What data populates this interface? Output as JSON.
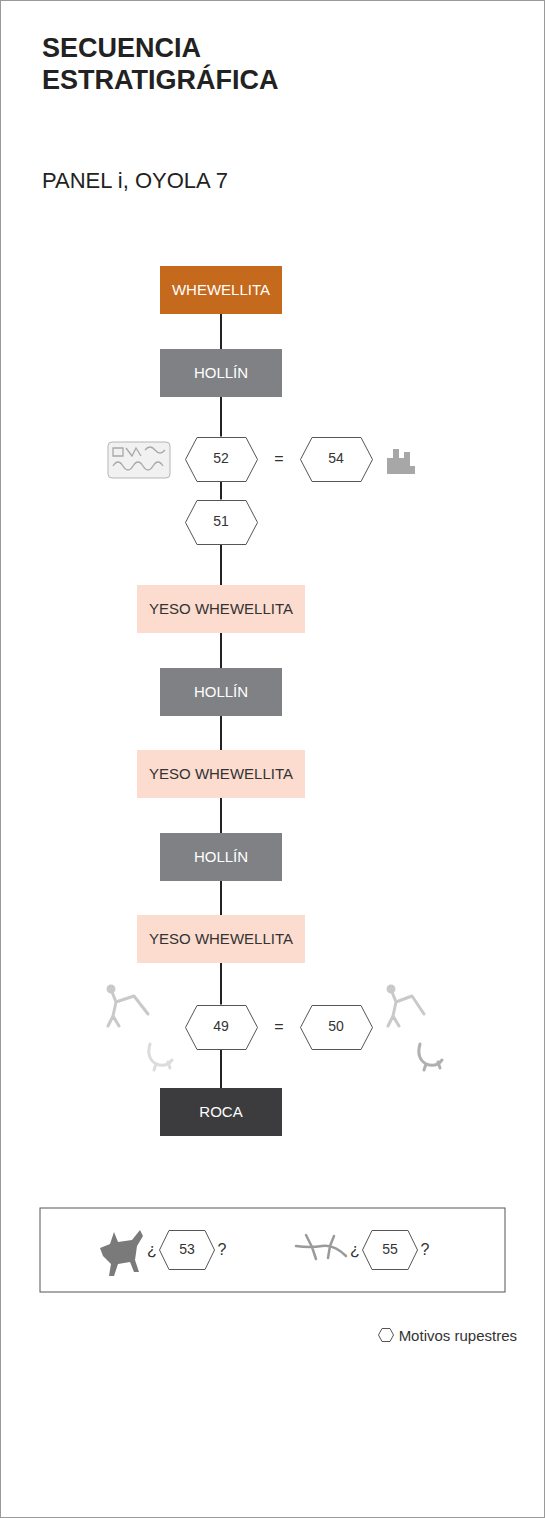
{
  "diagram": {
    "title": "SECUENCIA ESTRATIGRÁFICA",
    "nodes": [
      {
        "text": [
          "WHEWELLITA"
        ]
      },
      {
        "text": [
          "HOLLÍN"
        ]
      },
      {
        "text": [
          "52"
        ]
      },
      {
        "text": [
          "54"
        ]
      },
      {
        "text": [
          "51"
        ]
      },
      {
        "text": [
          "YESO WHEWELLITA"
        ]
      },
      {
        "text": [
          "HOLLÍN"
        ]
      },
      {
        "text": [
          "YESO WHEWELLITA"
        ]
      },
      {
        "text": [
          "HOLLÍN"
        ]
      },
      {
        "text": [
          "YESO WHEWELLITA"
        ]
      },
      {
        "text": [
          "49"
        ]
      },
      {
        "text": [
          "50"
        ]
      },
      {
        "text": [
          "ROCA"
        ]
      },
      {
        "text": [
          "53"
        ]
      },
      {
        "text": [
          "55"
        ]
      }
    ],
    "edges": [
      {
        "from": 0,
        "to": 1,
        "arrow": "none"
      },
      {
        "from": 1,
        "to": 2,
        "arrow": "none"
      },
      {
        "from": 2,
        "to": 4,
        "arrow": "none"
      },
      {
        "from": 4,
        "to": 5,
        "arrow": "none"
      },
      {
        "from": 5,
        "to": 6,
        "arrow": "none"
      },
      {
        "from": 6,
        "to": 7,
        "arrow": "none"
      },
      {
        "from": 7,
        "to": 8,
        "arrow": "none"
      },
      {
        "from": 8,
        "to": 9,
        "arrow": "none"
      },
      {
        "from": 9,
        "to": 10,
        "arrow": "none"
      },
      {
        "from": 10,
        "to": 12,
        "arrow": "none"
      }
    ],
    "labels": [
      "PANEL i, OYOLA 7",
      "=",
      "=",
      "¿",
      "?",
      "¿",
      "?"
    ],
    "legend": [
      {
        "text": "Motivos rupestres"
      }
    ]
  }
}
